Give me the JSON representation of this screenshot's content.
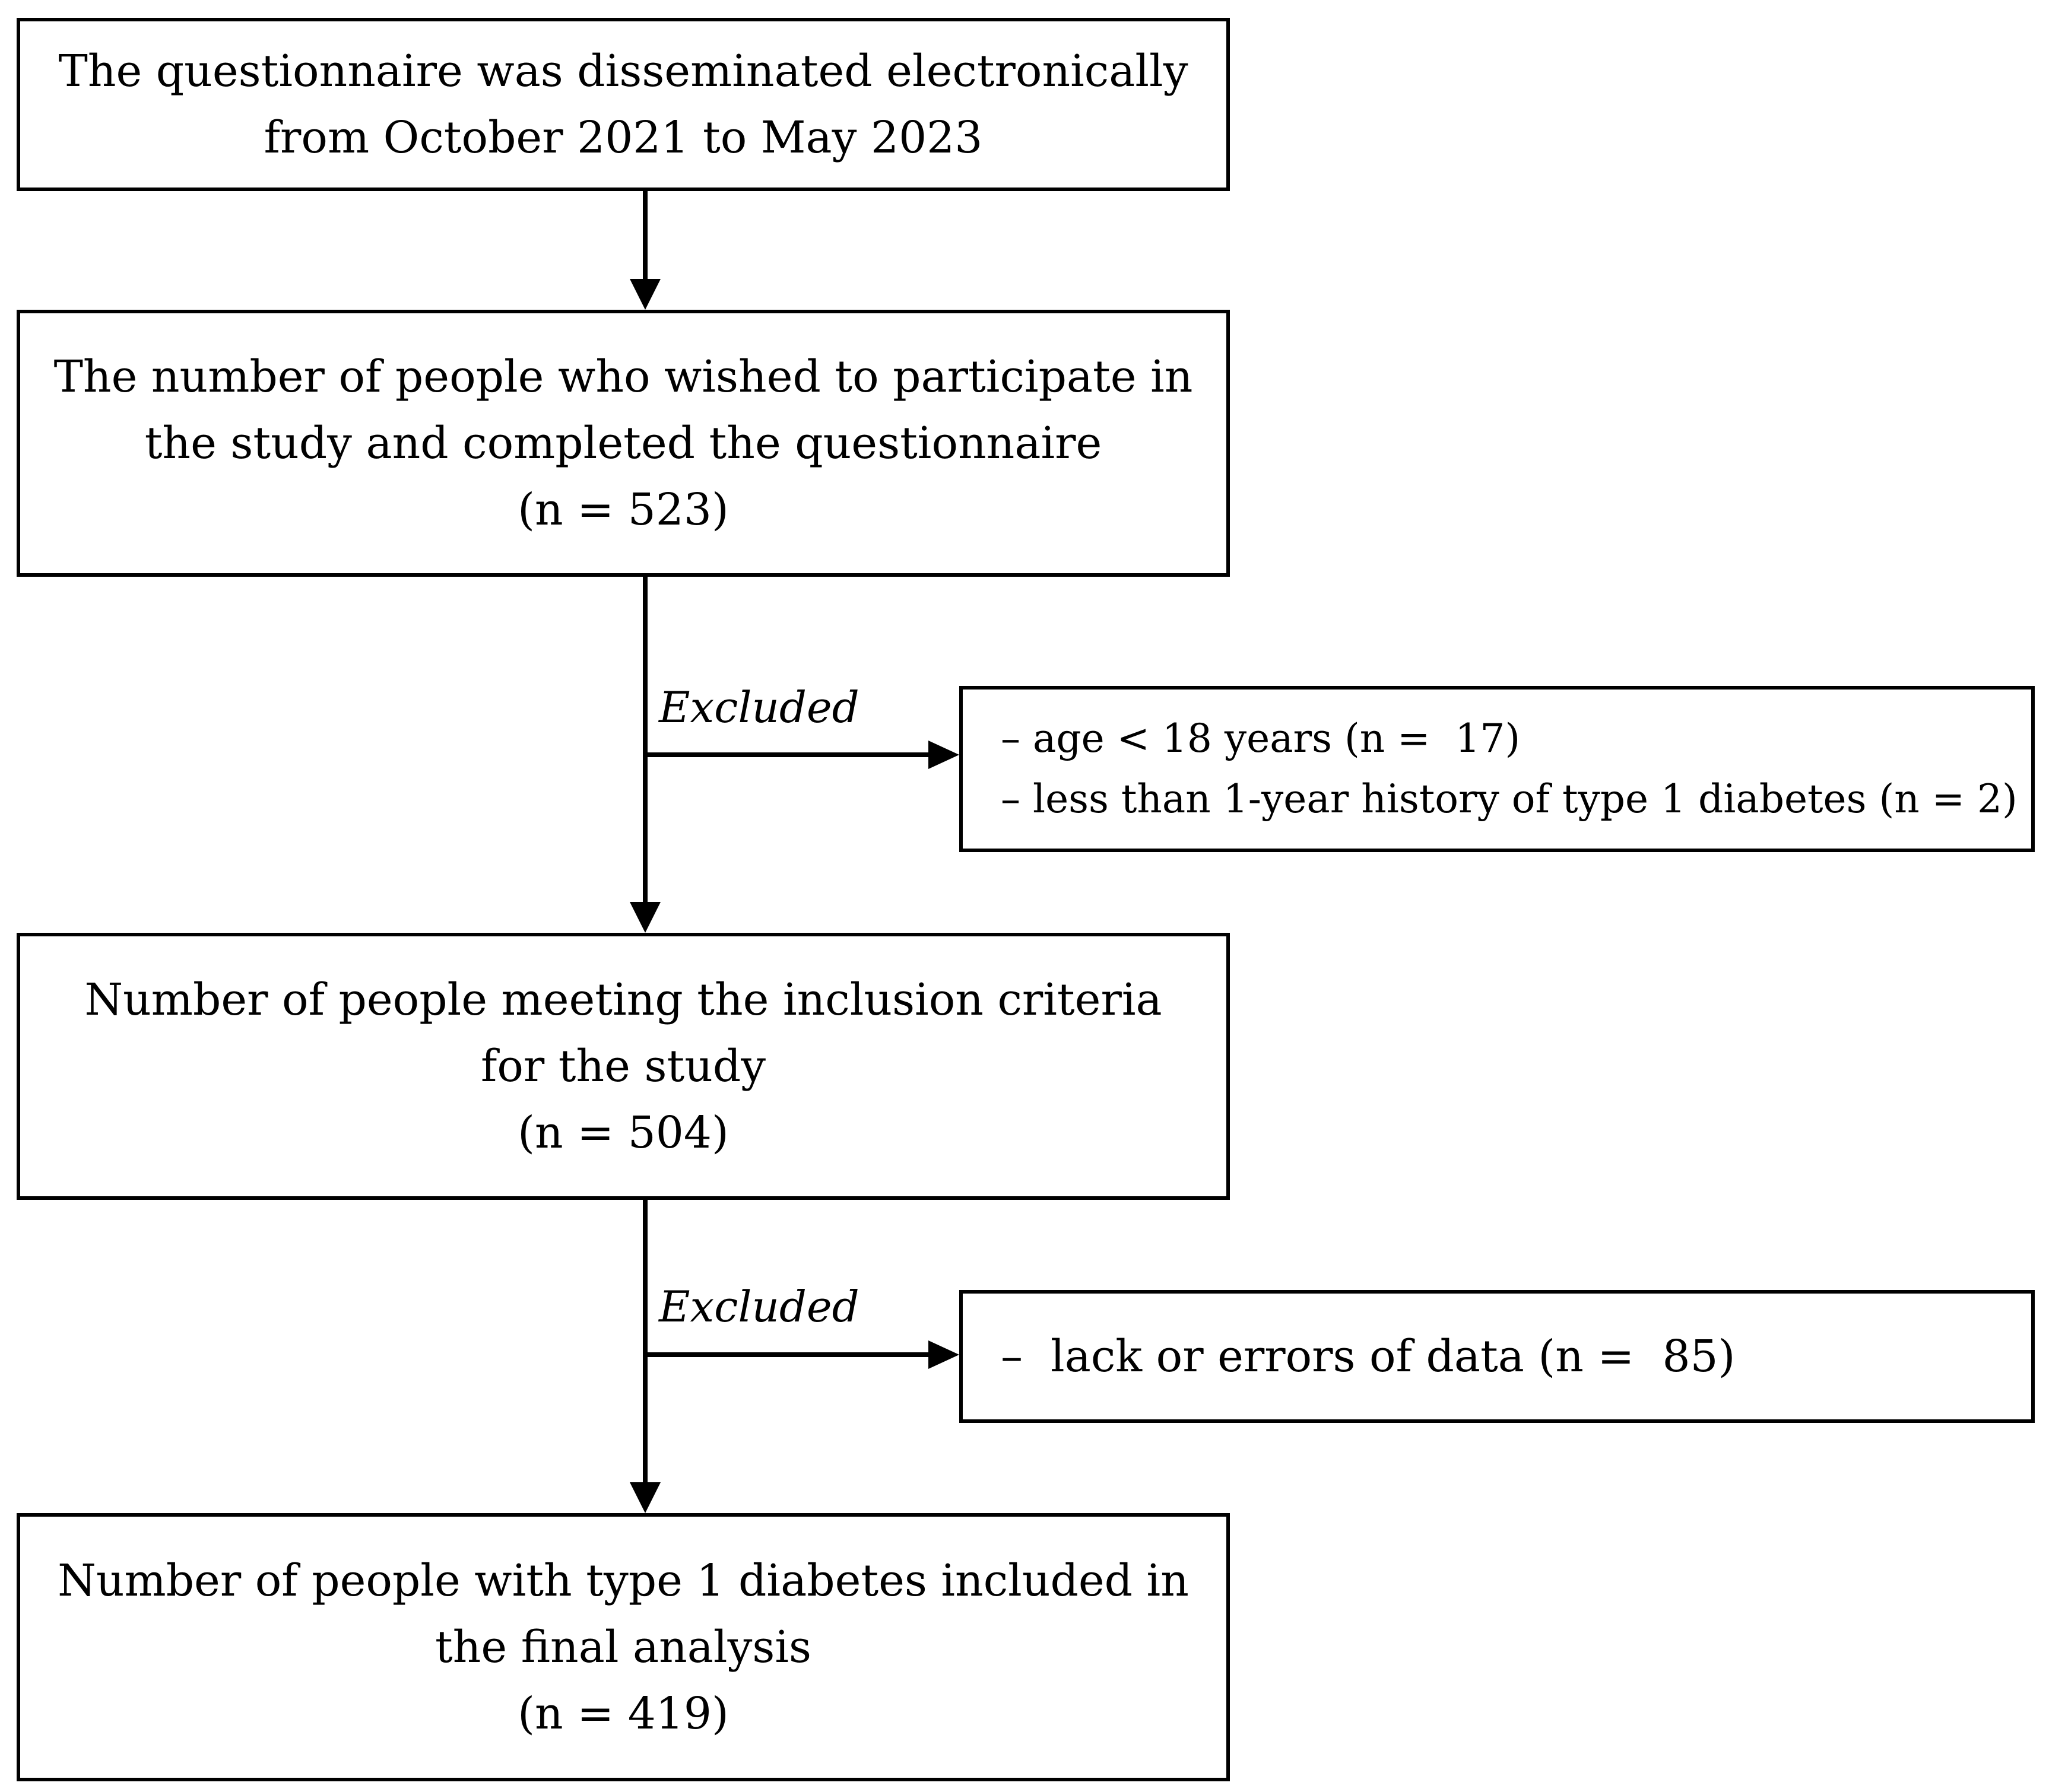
{
  "boxes": {
    "disseminated": {
      "line1": "The questionnaire was disseminated electronically",
      "line2": "from October 2021 to May 2023"
    },
    "participated": {
      "line1": "The number of people who wished to participate in",
      "line2": "the study and completed the questionnaire",
      "count": "(n = 523)"
    },
    "inclusion": {
      "line1": "Number of people meeting the inclusion criteria",
      "line2": "for the study",
      "count": "(n =  504)"
    },
    "final": {
      "line1": "Number of people with type 1 diabetes included in",
      "line2": "the final analysis",
      "count": "(n = 419)"
    }
  },
  "exclusions": [
    {
      "label": "Excluded",
      "items": [
        "– age < 18 years (n =  17)",
        "– less than 1-year history of type 1 diabetes (n = 2)"
      ]
    },
    {
      "label": "Excluded",
      "items": [
        "–  lack or errors of data (n =  85)"
      ]
    }
  ]
}
